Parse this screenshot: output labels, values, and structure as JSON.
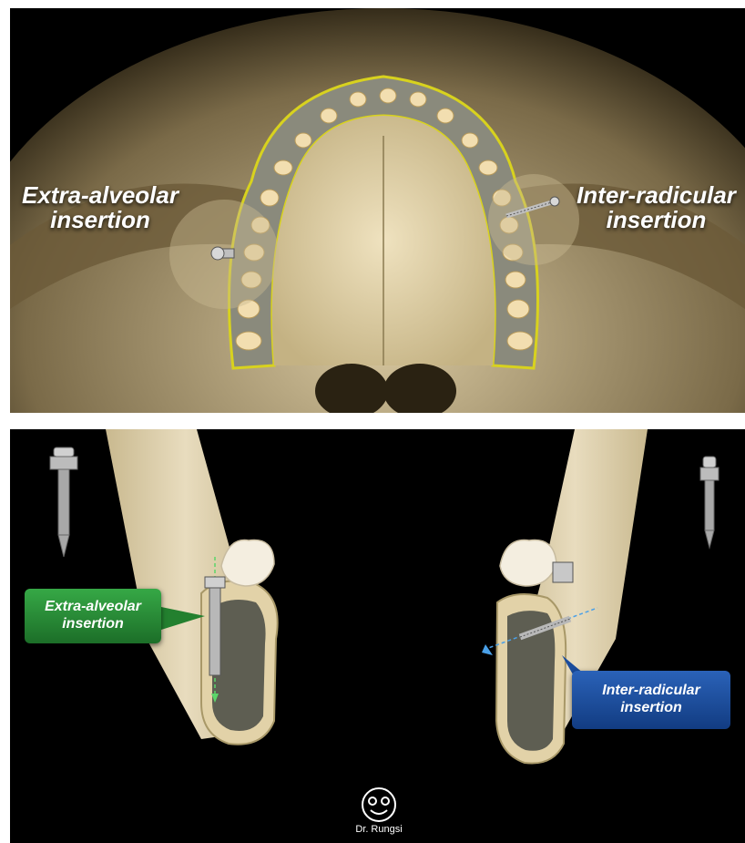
{
  "top": {
    "label_left": [
      "Extra-alveolar",
      "insertion"
    ],
    "label_right": [
      "Inter-radicular",
      "insertion"
    ]
  },
  "bottom": {
    "callout_left": [
      "Extra-alveolar",
      "insertion"
    ],
    "callout_right": [
      "Inter-radicular",
      "insertion"
    ],
    "signature": "Dr. Rungsi"
  },
  "colors": {
    "arch_outline": "#d8d21e",
    "callout_green": "#2a8a38",
    "callout_blue": "#1a4c9c",
    "bone": "#e8dcbe"
  }
}
